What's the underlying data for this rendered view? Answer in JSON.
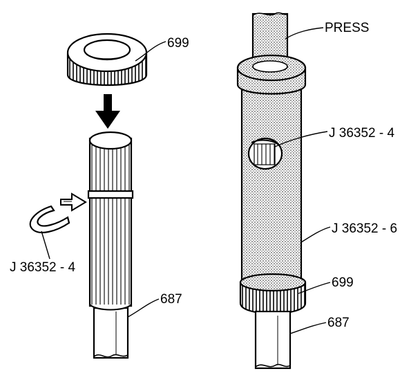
{
  "labels": {
    "ring_top": "699",
    "press": "PRESS",
    "clip_right": "J 36352 - 4",
    "tool_right": "J 36352 - 6",
    "clip_left": "J 36352 - 4",
    "shaft_left": "687",
    "ring_right": "699",
    "shaft_right": "687"
  },
  "colors": {
    "ink": "#000000",
    "paper": "#ffffff",
    "dot_fill": "#bdbdbd"
  }
}
